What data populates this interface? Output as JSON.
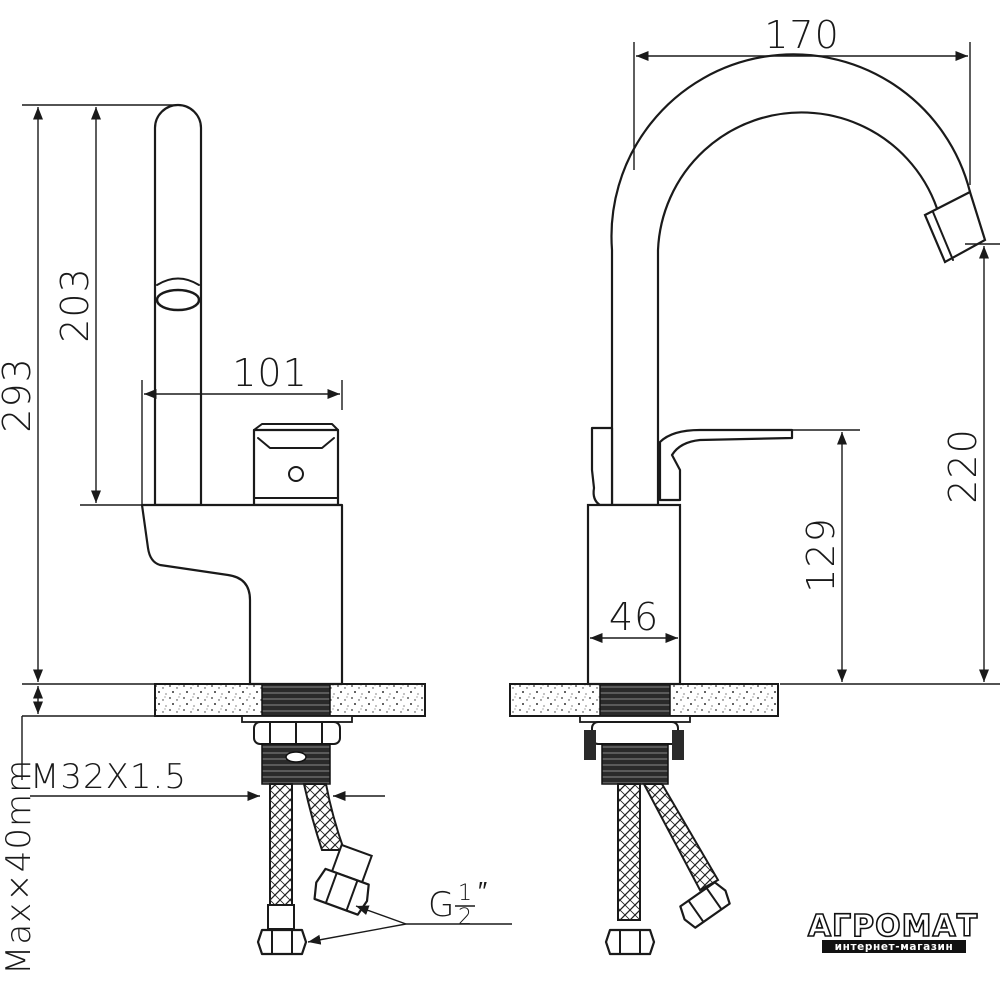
{
  "dimensions": {
    "overall_height": "293",
    "spout_height": "203",
    "lever_reach": "101",
    "spout_reach": "170",
    "outlet_height": "220",
    "lever_height": "129",
    "body_width": "46",
    "thread": "M32X1.5",
    "max_thickness": "Max×40mm",
    "connector_g": "G",
    "connector_num": "1",
    "connector_den": "2",
    "connector_unit": "″"
  },
  "logo": {
    "name": "АГРОМАТ",
    "tagline": "интернет-магазин"
  }
}
